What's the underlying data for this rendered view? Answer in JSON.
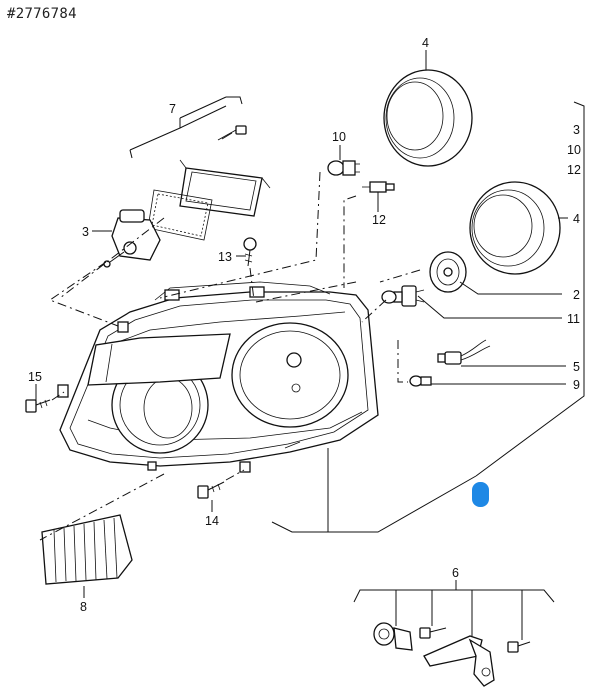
{
  "diagram": {
    "id_text": "#2776784",
    "accent_color": "#1e88e5",
    "labels": {
      "p2": "2",
      "p3_left": "3",
      "p3_bracket": "3",
      "p10_bracket": "10",
      "p12_bracket": "12",
      "p4_top": "4",
      "p4_right": "4",
      "p5": "5",
      "p6": "6",
      "p7": "7",
      "p8": "8",
      "p9": "9",
      "p10_bulb": "10",
      "p11": "11",
      "p12_socket": "12",
      "p13": "13",
      "p14": "14",
      "p15": "15"
    }
  }
}
